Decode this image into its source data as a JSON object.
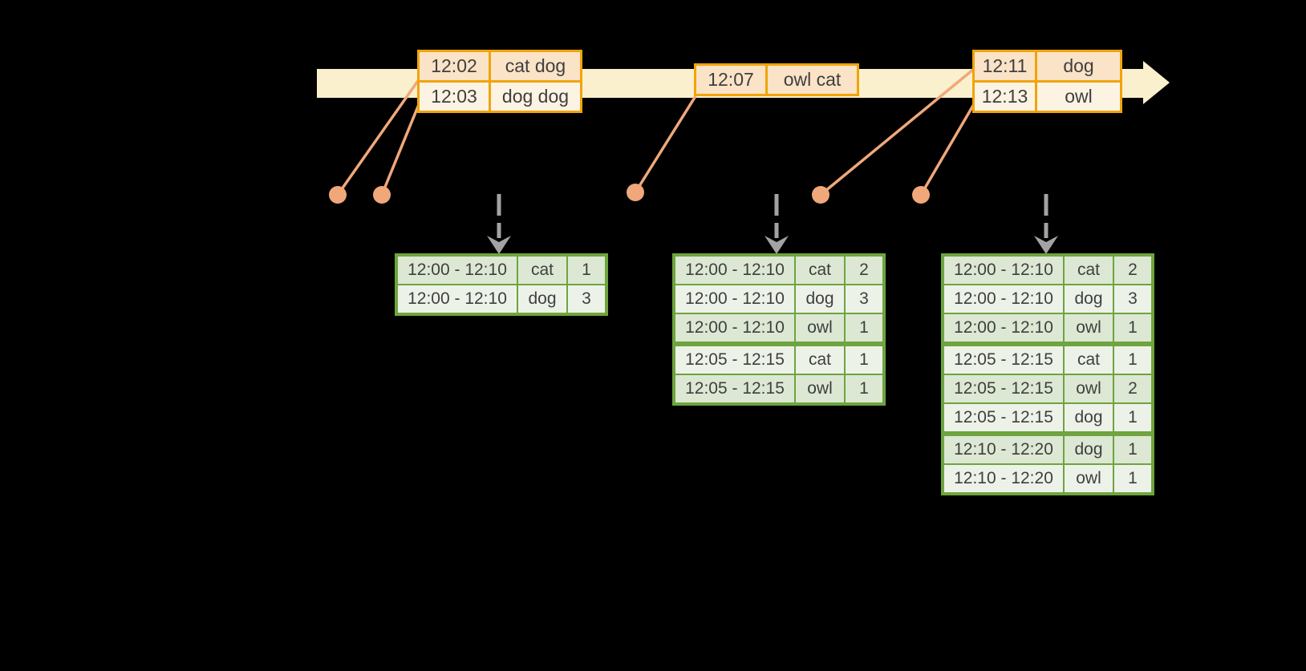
{
  "colors": {
    "background": "#000000",
    "timeline_arrow": "#FBF0CD",
    "event_table_border": "#F0A40A",
    "event_row_peach": "#FAE3C6",
    "event_row_cream": "#FCF3E3",
    "connector": "#F0A87A",
    "trigger_arrow": "#A3A3A3",
    "result_table_border": "#6FA43E",
    "result_row_dark": "#DCE8D3",
    "result_row_light": "#EDF2E9",
    "text": "#3F3F3F"
  },
  "icons": {
    "timeline": "right-arrow",
    "event_marker": "filled-dot",
    "trigger": "dashed-down-arrow"
  },
  "input_tables": [
    {
      "rows": [
        [
          "12:02",
          "cat dog"
        ],
        [
          "12:03",
          "dog dog"
        ]
      ]
    },
    {
      "rows": [
        [
          "12:07",
          "owl cat"
        ]
      ]
    },
    {
      "rows": [
        [
          "12:11",
          "dog"
        ],
        [
          "12:13",
          "owl"
        ]
      ]
    }
  ],
  "result_tables": [
    {
      "group_breaks": [],
      "rows": [
        [
          "12:00 - 12:10",
          "cat",
          "1"
        ],
        [
          "12:00 - 12:10",
          "dog",
          "3"
        ]
      ]
    },
    {
      "group_breaks": [
        3
      ],
      "rows": [
        [
          "12:00 - 12:10",
          "cat",
          "2"
        ],
        [
          "12:00 - 12:10",
          "dog",
          "3"
        ],
        [
          "12:00 - 12:10",
          "owl",
          "1"
        ],
        [
          "12:05 - 12:15",
          "cat",
          "1"
        ],
        [
          "12:05 - 12:15",
          "owl",
          "1"
        ]
      ]
    },
    {
      "group_breaks": [
        3,
        6
      ],
      "rows": [
        [
          "12:00 - 12:10",
          "cat",
          "2"
        ],
        [
          "12:00 - 12:10",
          "dog",
          "3"
        ],
        [
          "12:00 - 12:10",
          "owl",
          "1"
        ],
        [
          "12:05 - 12:15",
          "cat",
          "1"
        ],
        [
          "12:05 - 12:15",
          "owl",
          "2"
        ],
        [
          "12:05 - 12:15",
          "dog",
          "1"
        ],
        [
          "12:10 - 12:20",
          "dog",
          "1"
        ],
        [
          "12:10 - 12:20",
          "owl",
          "1"
        ]
      ]
    }
  ]
}
